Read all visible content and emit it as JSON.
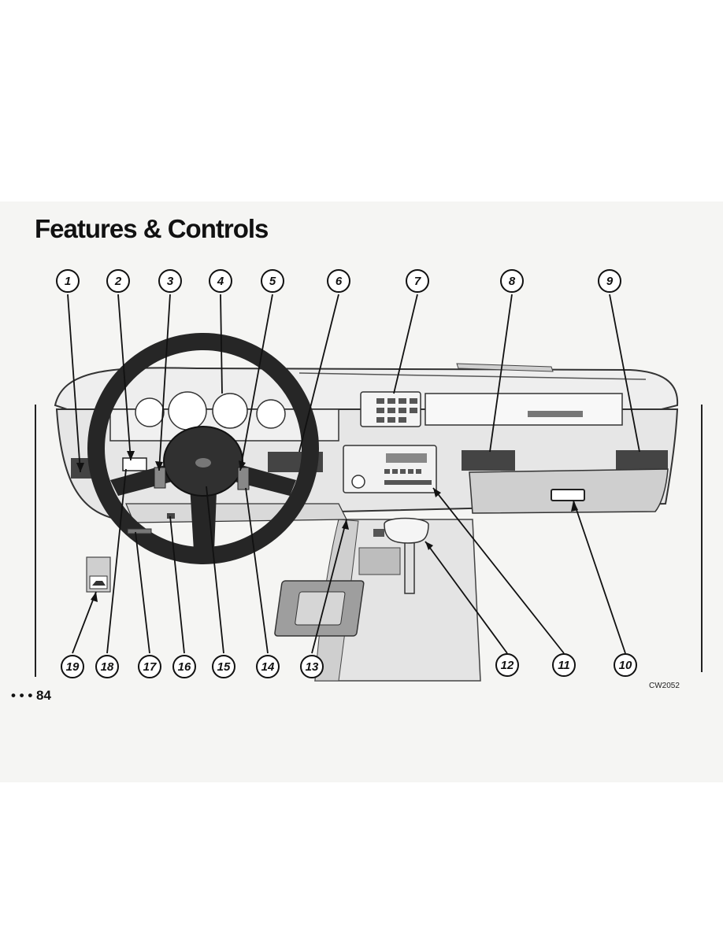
{
  "page": {
    "title": "Features & Controls",
    "page_number": "• • • 84",
    "figure_code": "CW2052"
  },
  "callouts": [
    "1",
    "2",
    "3",
    "4",
    "5",
    "6",
    "7",
    "8",
    "9",
    "10",
    "11",
    "12",
    "13",
    "14",
    "15",
    "16",
    "17",
    "18",
    "19"
  ],
  "illustration": {
    "subject": "instrument panel and steering wheel line drawing"
  }
}
